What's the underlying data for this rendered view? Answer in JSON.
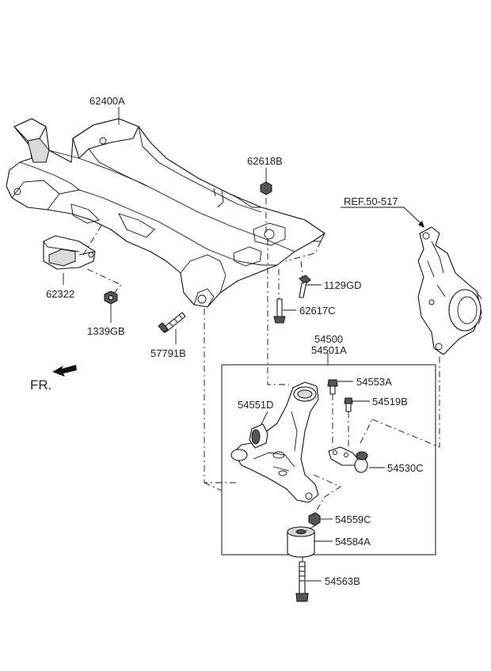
{
  "labels": {
    "subframe": "62400A",
    "nut_top": "62618B",
    "ref": "REF.50-517",
    "bolt_1129": "1129GD",
    "bolt_62617": "62617C",
    "mount": "62322",
    "nut_1339": "1339GB",
    "bolt_57791": "57791B",
    "arm_assy": "54500",
    "arm_assy2": "54501A",
    "bolt_54553": "54553A",
    "bolt_54519": "54519B",
    "bushing_front": "54551D",
    "ball_joint": "54530C",
    "nut_54559": "54559C",
    "bushing_rear": "54584A",
    "bolt_54563": "54563B",
    "front": "FR."
  }
}
